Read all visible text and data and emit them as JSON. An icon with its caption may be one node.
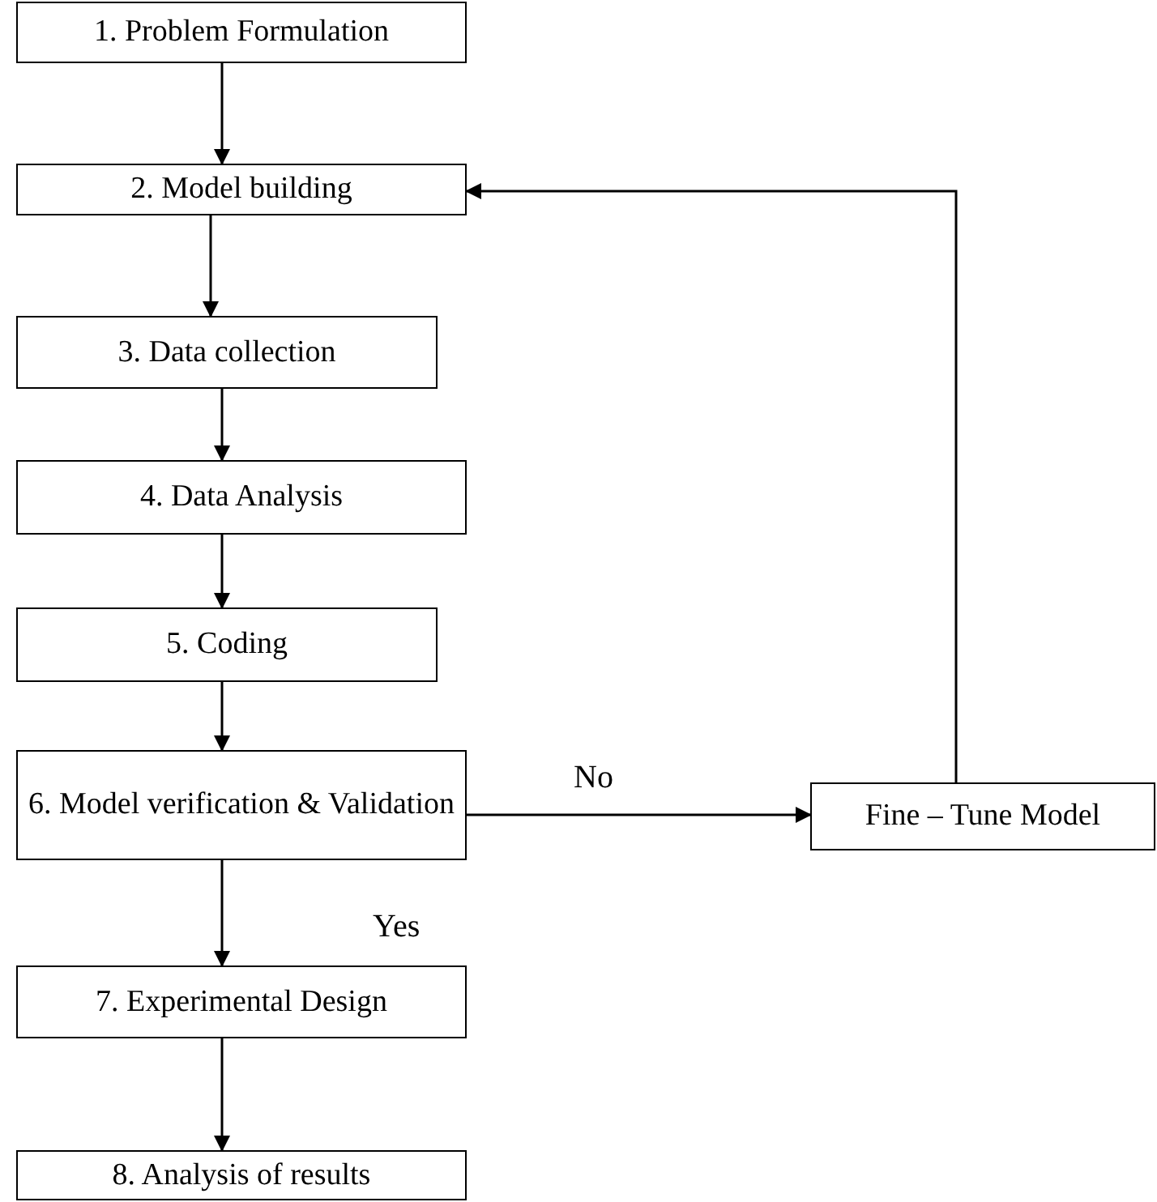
{
  "diagram": {
    "nodes": [
      {
        "text": [
          "1. Problem Formulation"
        ]
      },
      {
        "text": [
          "2. Model building"
        ]
      },
      {
        "text": [
          "3. Data collection"
        ]
      },
      {
        "text": [
          "4. Data Analysis"
        ]
      },
      {
        "text": [
          "5. Coding"
        ]
      },
      {
        "text": [
          "6. Model verification & Validation"
        ]
      },
      {
        "text": [
          "7. Experimental Design"
        ]
      },
      {
        "text": [
          "8. Analysis of results"
        ]
      },
      {
        "text": [
          "Fine – Tune Model"
        ]
      }
    ],
    "edges": [
      {
        "from": 0,
        "to": 1,
        "arrow": "to"
      },
      {
        "from": 1,
        "to": 2,
        "arrow": "to"
      },
      {
        "from": 2,
        "to": 3,
        "arrow": "to"
      },
      {
        "from": 3,
        "to": 4,
        "arrow": "to"
      },
      {
        "from": 4,
        "to": 5,
        "arrow": "to"
      },
      {
        "from": 5,
        "to": 6,
        "arrow": "to",
        "label": "Yes"
      },
      {
        "from": 6,
        "to": 7,
        "arrow": "to"
      },
      {
        "from": 5,
        "to": 8,
        "arrow": "to",
        "label": "No"
      },
      {
        "from": 8,
        "to": 1,
        "arrow": "to"
      }
    ]
  }
}
